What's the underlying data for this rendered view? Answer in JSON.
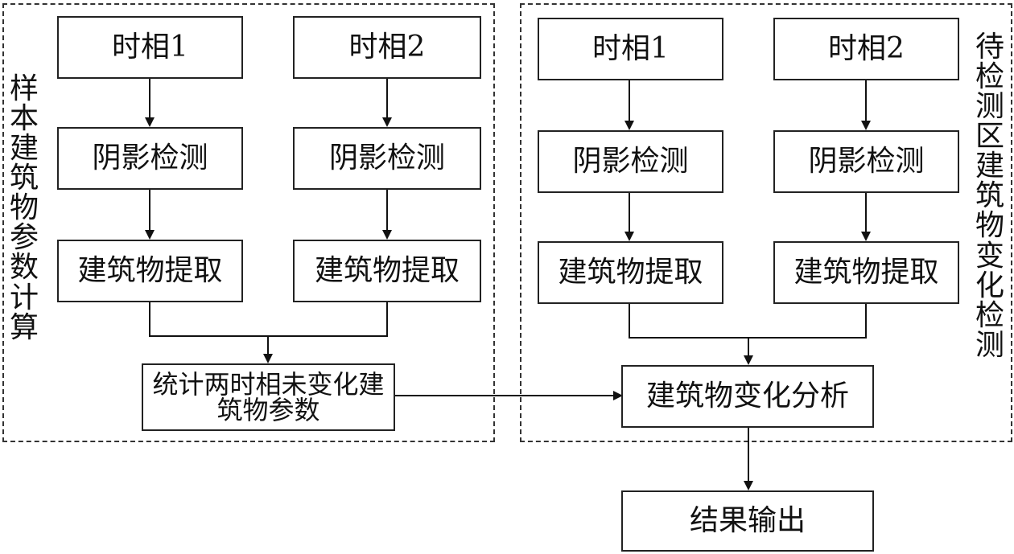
{
  "left_group": {
    "label": "样本建筑物参数计算",
    "phase1": "时相1",
    "phase2": "时相2",
    "shadow1": "阴影检测",
    "shadow2": "阴影检测",
    "extract1": "建筑物提取",
    "extract2": "建筑物提取",
    "stats": "统计两时相未变化建筑物参数"
  },
  "right_group": {
    "label": "待检测区建筑物变化检测",
    "phase1": "时相1",
    "phase2": "时相2",
    "shadow1": "阴影检测",
    "shadow2": "阴影检测",
    "extract1": "建筑物提取",
    "extract2": "建筑物提取",
    "analysis": "建筑物变化分析"
  },
  "output": "结果输出"
}
